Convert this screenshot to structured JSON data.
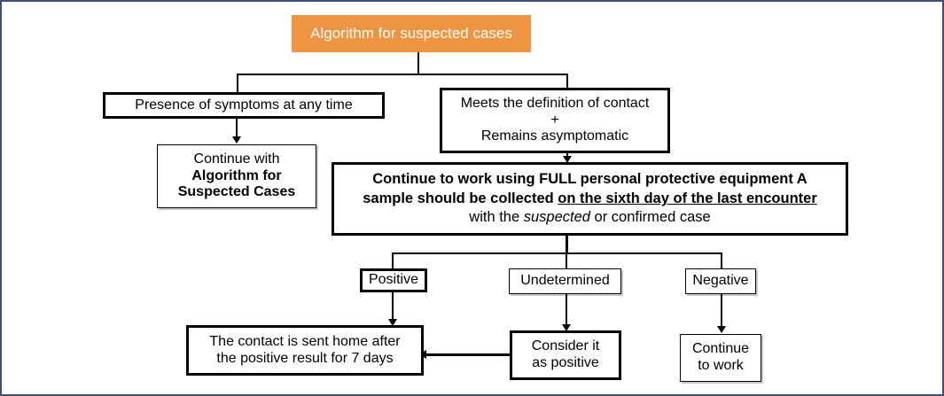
{
  "page": {
    "border_color": "#3d4f7c",
    "background": "#ffffff"
  },
  "title": {
    "label": "Algorithm for suspected cases",
    "bg_color": "#ef9440",
    "text_color": "#ffffff"
  },
  "nodes": {
    "symptoms": {
      "label": "Presence of symptoms at any time"
    },
    "contact": {
      "line1": "Meets the definition of contact",
      "line2": "+",
      "line3": "Remains asymptomatic"
    },
    "continue_algorithm": {
      "line1": "Continue with",
      "line2": "Algorithm for",
      "line3": "Suspected Cases"
    },
    "full_ppe": {
      "line1_a": "Continue to work using FULL personal protective equipment A",
      "line2_a": "sample should be collected ",
      "line2_b": "on the sixth day of the last encounter",
      "line3_a": "with the ",
      "line3_b": "suspected",
      "line3_c": " or confirmed case"
    },
    "positive": {
      "label": "Positive"
    },
    "undetermined": {
      "label": "Undetermined"
    },
    "negative": {
      "label": "Negative"
    },
    "sent_home": {
      "line1": "The contact is sent home after",
      "line2": "the positive result for 7 days"
    },
    "consider_positive": {
      "line1": "Consider it",
      "line2": "as positive"
    },
    "continue_work": {
      "line1": "Continue",
      "line2": "to work"
    }
  },
  "chart_data": {
    "type": "diagram",
    "title": "Algorithm for suspected cases",
    "nodes": [
      {
        "id": "title",
        "text": "Algorithm for suspected cases",
        "style": "orange-header"
      },
      {
        "id": "symptoms",
        "text": "Presence of symptoms at any time",
        "style": "box-thick"
      },
      {
        "id": "contact",
        "text": "Meets the definition of contact + Remains asymptomatic",
        "style": "box-thick"
      },
      {
        "id": "continue_algorithm",
        "text": "Continue with Algorithm for Suspected Cases",
        "style": "box-thin"
      },
      {
        "id": "full_ppe",
        "text": "Continue to work using FULL personal protective equipment A sample should be collected on the sixth day of the last encounter with the suspected or confirmed case",
        "style": "box-thick"
      },
      {
        "id": "positive",
        "text": "Positive",
        "style": "box-thick"
      },
      {
        "id": "undetermined",
        "text": "Undetermined",
        "style": "box-thin"
      },
      {
        "id": "negative",
        "text": "Negative",
        "style": "box-thin"
      },
      {
        "id": "sent_home",
        "text": "The contact is sent home after the positive result for 7 days",
        "style": "box-thick"
      },
      {
        "id": "consider_positive",
        "text": "Consider it as positive",
        "style": "box-thick"
      },
      {
        "id": "continue_work",
        "text": "Continue to work",
        "style": "box-thin"
      }
    ],
    "edges": [
      {
        "from": "title",
        "to": "symptoms"
      },
      {
        "from": "title",
        "to": "contact"
      },
      {
        "from": "symptoms",
        "to": "continue_algorithm"
      },
      {
        "from": "contact",
        "to": "full_ppe"
      },
      {
        "from": "full_ppe",
        "to": "positive"
      },
      {
        "from": "full_ppe",
        "to": "undetermined"
      },
      {
        "from": "full_ppe",
        "to": "negative"
      },
      {
        "from": "positive",
        "to": "sent_home"
      },
      {
        "from": "undetermined",
        "to": "consider_positive"
      },
      {
        "from": "consider_positive",
        "to": "sent_home"
      },
      {
        "from": "negative",
        "to": "continue_work"
      }
    ]
  }
}
